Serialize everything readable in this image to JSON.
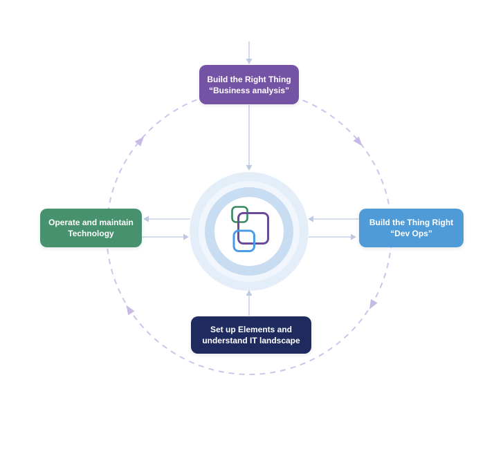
{
  "page": {
    "background": "#FFFFFF"
  },
  "cycle": {
    "dashed_ring_color": "#CEC4EB",
    "ring_arrow_color": "#C7BBE6",
    "connector_color": "#C8D2E4",
    "connector_arrow_color": "#BEC9DF"
  },
  "halo": {
    "outer": "#E4EEF8",
    "gap": "#F0F6FC",
    "ring": "#C8DDF2",
    "inner": "#FFFFFF"
  },
  "logo": {
    "green": "#35895E",
    "purple": "#6C4A9B",
    "blue": "#4A9CE8"
  },
  "nodes": {
    "top": {
      "line1": "Build the Right Thing",
      "line2": "“Business analysis”",
      "color": "#7452A4"
    },
    "right": {
      "line1": "Build the Thing Right",
      "line2": "“Dev Ops”",
      "color": "#4E9BD7"
    },
    "bottom": {
      "line1": "Set up Elements and",
      "line2": "understand IT landscape",
      "color": "#1F2A5E"
    },
    "left": {
      "line1": "Operate and maintain",
      "line2": "Technology",
      "color": "#47916F"
    }
  }
}
